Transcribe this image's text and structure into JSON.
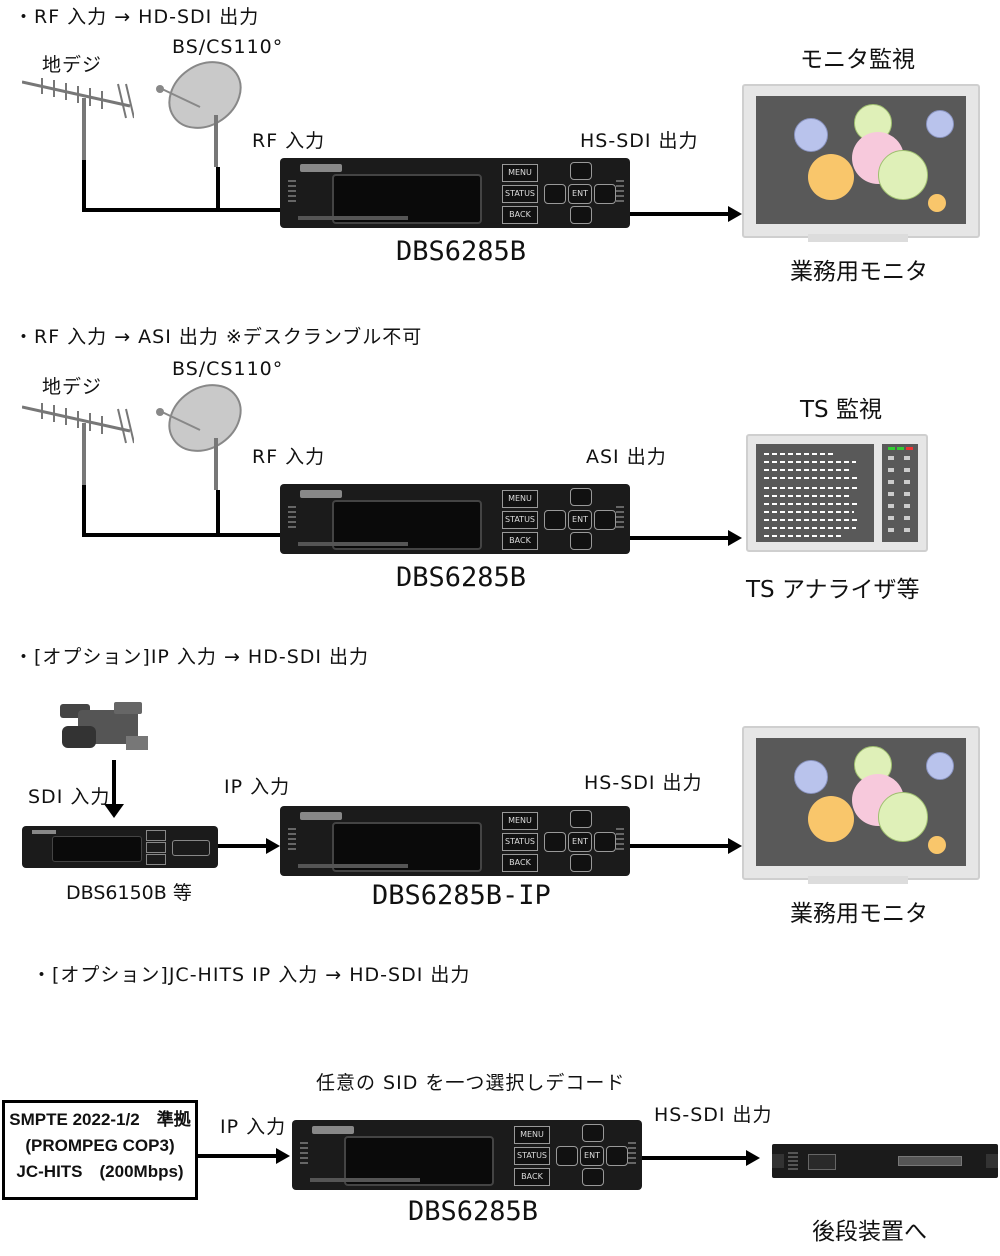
{
  "sec1": {
    "header": "・RF 入力 → HD-SDI 出力",
    "terrestrial": "地デジ",
    "bs": "BS/CS110°",
    "rf_in": "RF 入力",
    "out": "HS-SDI 出力",
    "device": "DBS6285B",
    "monitor_title": "モニタ監視",
    "monitor_caption": "業務用モニタ"
  },
  "sec2": {
    "header": "・RF 入力 → ASI 出力 ※デスクランブル不可",
    "terrestrial": "地デジ",
    "bs": "BS/CS110°",
    "rf_in": "RF 入力",
    "out": "ASI 出力",
    "device": "DBS6285B",
    "monitor_title": "TS 監視",
    "monitor_caption": "TS アナライザ等"
  },
  "sec3": {
    "header": "・[オプション]IP 入力 → HD-SDI 出力",
    "sdi_in": "SDI 入力",
    "ip_in": "IP 入力",
    "out": "HS-SDI 出力",
    "small_device": "DBS6150B 等",
    "device": "DBS6285B-IP",
    "monitor_caption": "業務用モニタ"
  },
  "sec4": {
    "header": "・[オプション]JC-HITS IP 入力 → HD-SDI 出力",
    "note": "任意の SID を一つ選択しデコード",
    "box_line1": "SMPTE 2022-1/2　準拠",
    "box_line2": "(PROMPEG COP3)",
    "box_line3": "JC-HITS　(200Mbps)",
    "ip_in": "IP 入力",
    "out": "HS-SDI 出力",
    "device": "DBS6285B",
    "rear_caption": "後段装置へ"
  },
  "device_buttons": [
    "MENU",
    "STATUS",
    "BACK",
    "ENT"
  ],
  "colors": {
    "screen": "#595959",
    "orange": "#f9c66b",
    "pink": "#f7c9dc",
    "green": "#dff0b8",
    "blue": "#b9c3ec"
  }
}
